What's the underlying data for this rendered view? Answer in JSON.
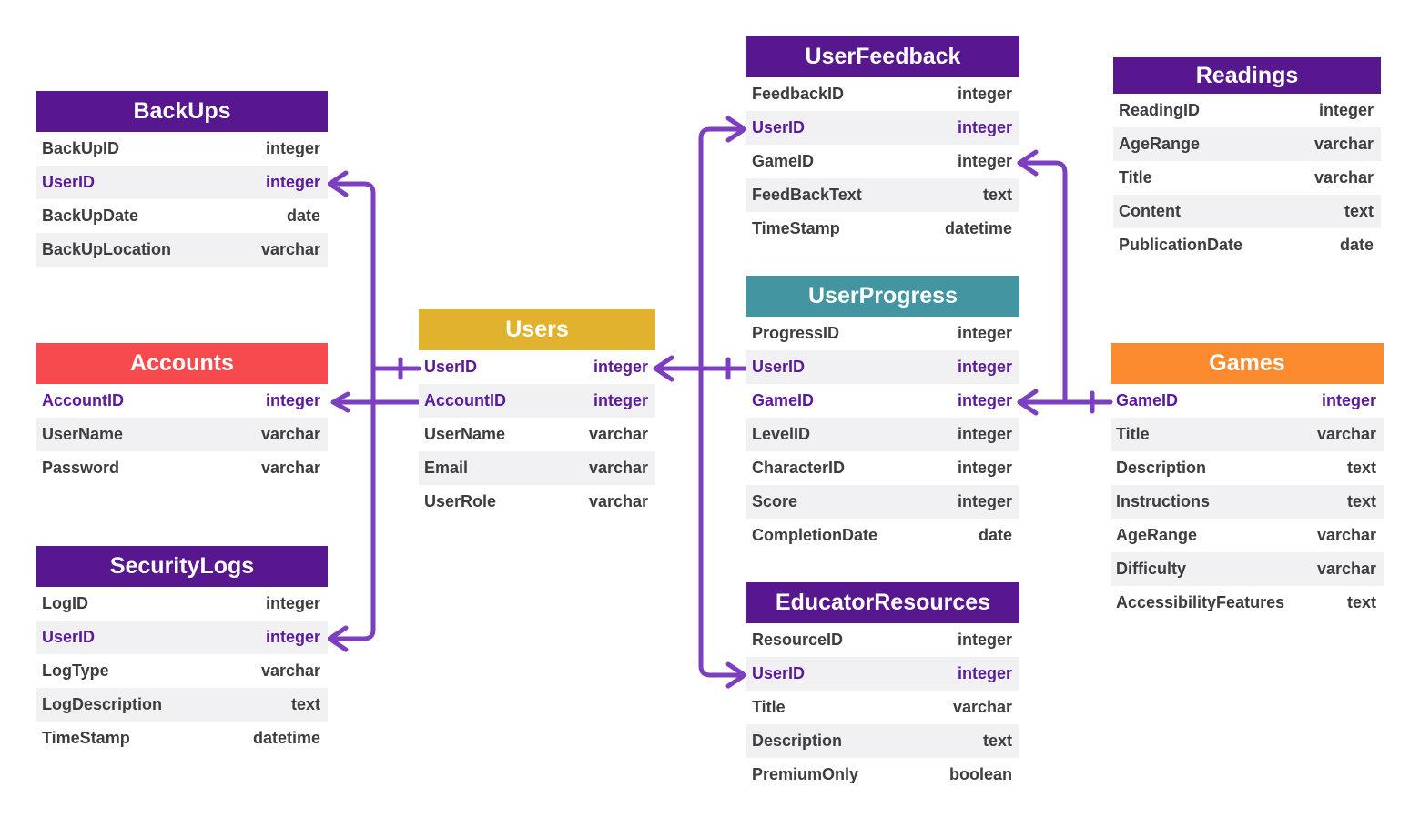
{
  "tables": [
    {
      "name": "BackUps",
      "color": "#56178f",
      "columns": [
        {
          "name": "BackUpID",
          "type": "integer"
        },
        {
          "name": "UserID",
          "type": "integer",
          "key": true
        },
        {
          "name": "BackUpDate",
          "type": "date"
        },
        {
          "name": "BackUpLocation",
          "type": "varchar"
        }
      ]
    },
    {
      "name": "Accounts",
      "color": "#f74a4e",
      "columns": [
        {
          "name": "AccountID",
          "type": "integer",
          "key": true
        },
        {
          "name": "UserName",
          "type": "varchar"
        },
        {
          "name": "Password",
          "type": "varchar"
        }
      ]
    },
    {
      "name": "SecurityLogs",
      "color": "#56178f",
      "columns": [
        {
          "name": "LogID",
          "type": "integer"
        },
        {
          "name": "UserID",
          "type": "integer",
          "key": true
        },
        {
          "name": "LogType",
          "type": "varchar"
        },
        {
          "name": "LogDescription",
          "type": "text"
        },
        {
          "name": "TimeStamp",
          "type": "datetime"
        }
      ]
    },
    {
      "name": "Users",
      "color": "#e1b22d",
      "columns": [
        {
          "name": "UserID",
          "type": "integer",
          "key": true
        },
        {
          "name": "AccountID",
          "type": "integer",
          "key": true
        },
        {
          "name": "UserName",
          "type": "varchar"
        },
        {
          "name": "Email",
          "type": "varchar"
        },
        {
          "name": "UserRole",
          "type": "varchar"
        }
      ]
    },
    {
      "name": "UserFeedback",
      "color": "#56178f",
      "columns": [
        {
          "name": "FeedbackID",
          "type": "integer"
        },
        {
          "name": "UserID",
          "type": "integer",
          "key": true
        },
        {
          "name": "GameID",
          "type": "integer"
        },
        {
          "name": "FeedBackText",
          "type": "text"
        },
        {
          "name": "TimeStamp",
          "type": "datetime"
        }
      ]
    },
    {
      "name": "UserProgress",
      "color": "#4395a2",
      "columns": [
        {
          "name": "ProgressID",
          "type": "integer"
        },
        {
          "name": "UserID",
          "type": "integer",
          "key": true
        },
        {
          "name": "GameID",
          "type": "integer",
          "key": true
        },
        {
          "name": "LevelID",
          "type": "integer"
        },
        {
          "name": "CharacterID",
          "type": "integer"
        },
        {
          "name": "Score",
          "type": "integer"
        },
        {
          "name": "CompletionDate",
          "type": "date"
        }
      ]
    },
    {
      "name": "EducatorResources",
      "color": "#56178f",
      "columns": [
        {
          "name": "ResourceID",
          "type": "integer"
        },
        {
          "name": "UserID",
          "type": "integer",
          "key": true
        },
        {
          "name": "Title",
          "type": "varchar"
        },
        {
          "name": "Description",
          "type": "text"
        },
        {
          "name": "PremiumOnly",
          "type": "boolean"
        }
      ]
    },
    {
      "name": "Readings",
      "color": "#56178f",
      "columns": [
        {
          "name": "ReadingID",
          "type": "integer"
        },
        {
          "name": "AgeRange",
          "type": "varchar"
        },
        {
          "name": "Title",
          "type": "varchar"
        },
        {
          "name": "Content",
          "type": "text"
        },
        {
          "name": "PublicationDate",
          "type": "date"
        }
      ]
    },
    {
      "name": "Games",
      "color": "#fc8a2e",
      "columns": [
        {
          "name": "GameID",
          "type": "integer",
          "key": true
        },
        {
          "name": "Title",
          "type": "varchar"
        },
        {
          "name": "Description",
          "type": "text"
        },
        {
          "name": "Instructions",
          "type": "text"
        },
        {
          "name": "AgeRange",
          "type": "varchar"
        },
        {
          "name": "Difficulty",
          "type": "varchar"
        },
        {
          "name": "AccessibilityFeatures",
          "type": "text"
        }
      ]
    }
  ],
  "line_color": "#7b3fc0"
}
